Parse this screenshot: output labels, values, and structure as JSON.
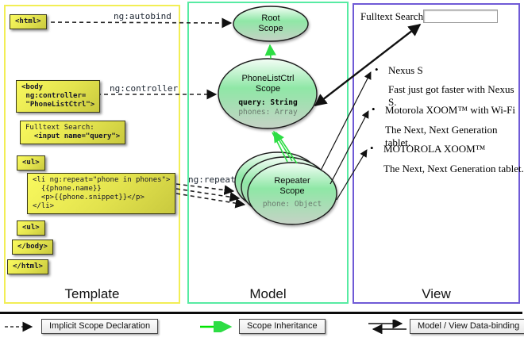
{
  "columns": {
    "template_label": "Template",
    "model_label": "Model",
    "view_label": "View"
  },
  "template_code": {
    "html_open": "<html>",
    "body_open_1": "<body",
    "body_open_2": " ng:controller=",
    "body_open_3": " \"PhoneListCtrl\">",
    "fulltext_line1": "Fulltext Search:",
    "fulltext_line2": "  <input name=\"query\">",
    "ul_a": "<ul>",
    "li_line1": "<li ng:repeat=\"phone in phones\">",
    "li_line2": "  {{phone.name}}",
    "li_line3": "  <p>{{phone.snippet}}</p>",
    "li_line4": "</li>",
    "ul_b": "<ul>",
    "body_close": "</body>",
    "html_close": "</html>"
  },
  "directives": {
    "autobind": "ng:autobind",
    "controller": "ng:controller",
    "repeat": "ng:repeat"
  },
  "model": {
    "root": {
      "line1": "Root",
      "line2": "Scope"
    },
    "phonelist": {
      "line1": "PhoneListCtrl",
      "line2": "Scope",
      "prop1": "query: String",
      "prop2": "phones: Array"
    },
    "repeater": {
      "line1": "Repeater",
      "line2": "Scope",
      "prop1": "phone: Object"
    }
  },
  "view": {
    "search_label": "Fulltext Search:",
    "search_value": "",
    "bullet": "•",
    "items": [
      {
        "title": "Nexus S",
        "snippet": "Fast just got faster with Nexus S."
      },
      {
        "title": "Motorola XOOM™ with Wi-Fi",
        "snippet": "The Next, Next Generation tablet."
      },
      {
        "title": "MOTOROLA XOOM™",
        "snippet": "The Next, Next Generation tablet."
      }
    ]
  },
  "legend": {
    "implicit": "Implicit Scope Declaration",
    "inheritance": "Scope Inheritance",
    "binding": "Model / View Data-binding"
  },
  "colors": {
    "template_border": "#f2ee55",
    "model_border": "#57eba3",
    "view_border": "#6f5ad6",
    "scope_green": "#2ddd44",
    "legend_green": "#00e400"
  }
}
